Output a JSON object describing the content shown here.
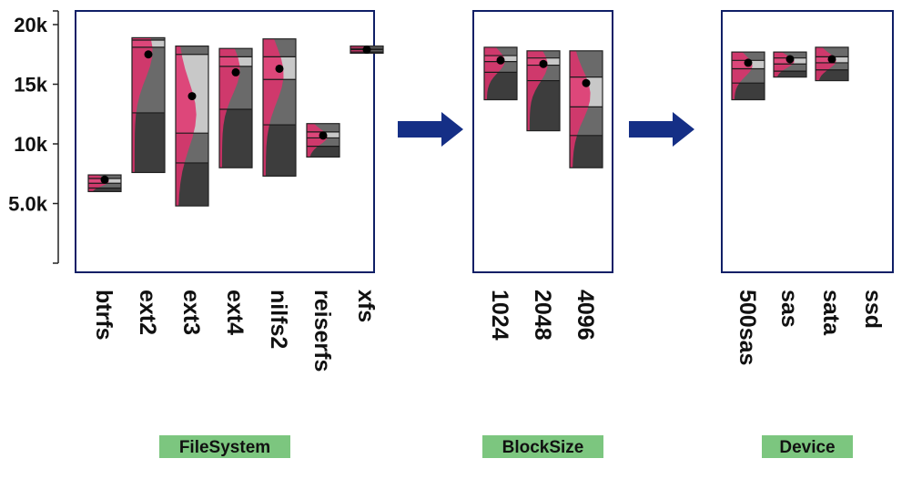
{
  "colors": {
    "panel_border": "#0f1f66",
    "arrow": "#152f86",
    "box_dark": "#3d3d3d",
    "box_mid": "#6a6a6a",
    "box_light": "#c8c8c8",
    "density": "#e0306c",
    "mean_dot": "#000000",
    "facet_label_bg": "#7cc67f",
    "highlight_label": "#e82020",
    "axis": "#222222"
  },
  "chart_data": {
    "type": "box",
    "y_axis": {
      "ylim": [
        0,
        21000
      ],
      "ticks": [
        5000,
        10000,
        15000,
        20000
      ],
      "tick_labels": [
        "5.0k",
        "10k",
        "15k",
        "20k"
      ]
    },
    "grid": false,
    "panels": [
      {
        "facet_label": "FileSystem",
        "categories": [
          "btrfs",
          "ext2",
          "ext3",
          "ext4",
          "nilfs2",
          "reiserfs",
          "xfs"
        ],
        "boxes": [
          {
            "min": 6000,
            "q1": 6300,
            "median": 6700,
            "q3": 7100,
            "max": 7400,
            "mean": 7000
          },
          {
            "min": 7600,
            "q1": 12600,
            "median": 18100,
            "q3": 18700,
            "max": 18900,
            "mean": 17500
          },
          {
            "min": 4800,
            "q1": 8400,
            "median": 10900,
            "q3": 17500,
            "max": 18200,
            "mean": 14000
          },
          {
            "min": 8000,
            "q1": 12900,
            "median": 16500,
            "q3": 17300,
            "max": 18000,
            "mean": 16000
          },
          {
            "min": 7300,
            "q1": 11600,
            "median": 15400,
            "q3": 17300,
            "max": 18800,
            "mean": 16300
          },
          {
            "min": 8900,
            "q1": 9800,
            "median": 10500,
            "q3": 11000,
            "max": 11700,
            "mean": 10700
          },
          {
            "min": 17600,
            "q1": 17700,
            "median": 17900,
            "q3": 18000,
            "max": 18200,
            "mean": 17900
          }
        ]
      },
      {
        "facet_label": "BlockSize",
        "categories": [
          "1024",
          "2048",
          "4096"
        ],
        "boxes": [
          {
            "min": 13700,
            "q1": 16000,
            "median": 16900,
            "q3": 17400,
            "max": 18100,
            "mean": 17000
          },
          {
            "min": 11100,
            "q1": 15300,
            "median": 16600,
            "q3": 17200,
            "max": 17800,
            "mean": 16700
          },
          {
            "min": 8000,
            "q1": 10700,
            "median": 13100,
            "q3": 15600,
            "max": 17800,
            "mean": 15100
          }
        ]
      },
      {
        "facet_label": "Device",
        "categories": [
          "500sas",
          "sas",
          "sata",
          "ssd"
        ],
        "highlight_category": "ssd",
        "boxes": [
          {
            "min": 13700,
            "q1": 15100,
            "median": 16300,
            "q3": 17000,
            "max": 17700,
            "mean": 16800
          },
          {
            "min": 15600,
            "q1": 16100,
            "median": 16700,
            "q3": 17200,
            "max": 17700,
            "mean": 17100
          },
          {
            "min": 15300,
            "q1": 16200,
            "median": 16800,
            "q3": 17300,
            "max": 18100,
            "mean": 17100
          },
          null
        ]
      }
    ]
  }
}
